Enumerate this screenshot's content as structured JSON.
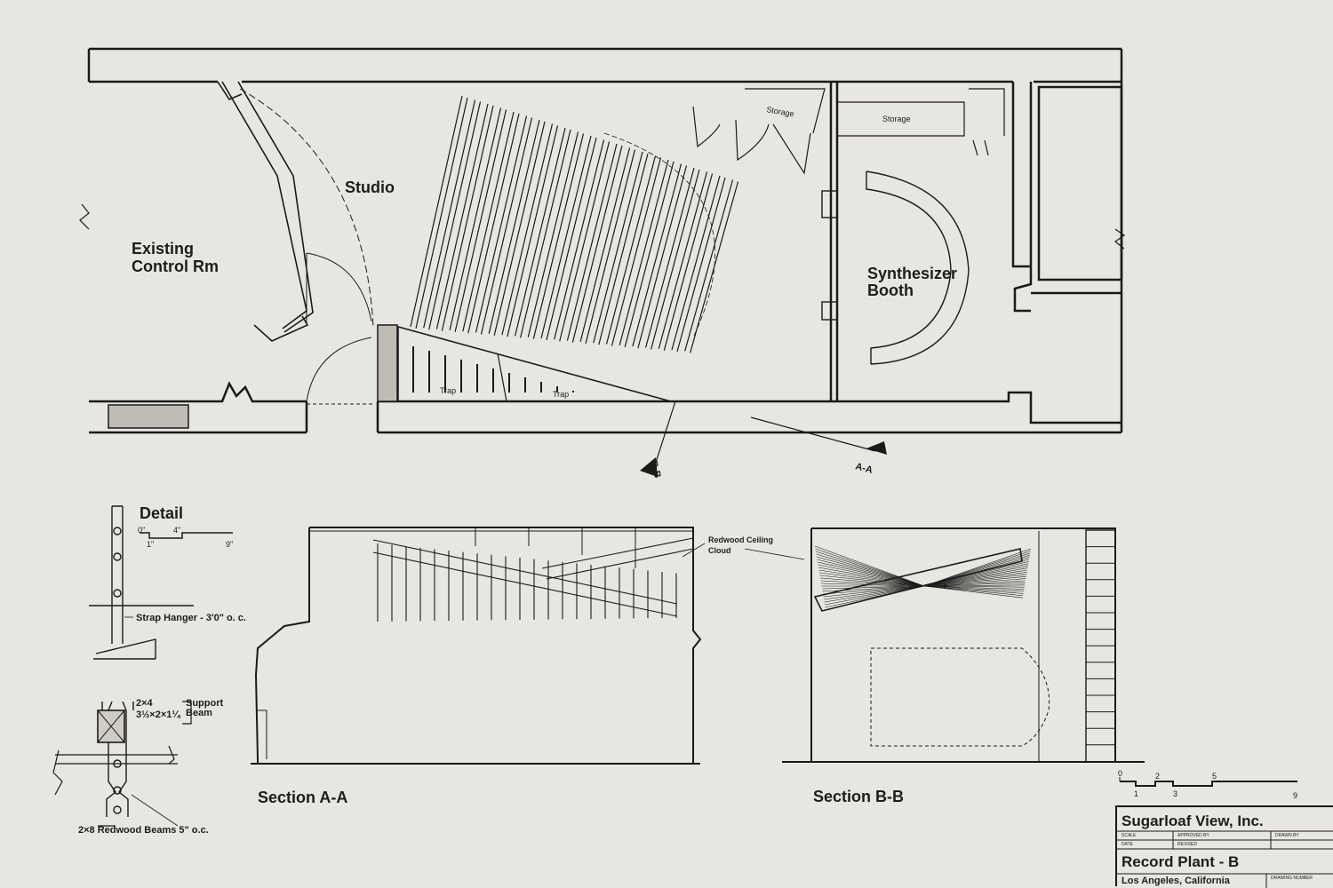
{
  "plan": {
    "existing_control_rm": [
      "Existing",
      "Control Rm"
    ],
    "studio": "Studio",
    "synth_booth": [
      "Synthesizer",
      "Booth"
    ],
    "storage_left": "Storage",
    "storage_right": "Storage",
    "trap_1": "Trap",
    "trap_2": "Trap",
    "cut_bb": "B-B",
    "cut_aa": "A-A"
  },
  "detail": {
    "title": "Detail",
    "scale": {
      "t0": "0\"",
      "t1": "1\"",
      "t4": "4\"",
      "t9": "9\""
    },
    "strap_hanger": "Strap Hanger - 3'0\" o. c.",
    "size_a": "2×4",
    "size_b": "3½×2×1¼",
    "support_beam": [
      "Support",
      "Beam"
    ],
    "redwood_beams": "2×8  Redwood Beams  5\" o.c."
  },
  "sections": {
    "aa_title": "Section A-A",
    "bb_title": "Section B-B",
    "cloud_label": [
      "Redwood  Ceiling",
      "Cloud"
    ]
  },
  "scale_bar": {
    "t0": "0",
    "t1": "1",
    "t2": "2",
    "t3": "3",
    "t5": "5",
    "t9": "9"
  },
  "title_block": {
    "company": "Sugarloaf View, Inc.",
    "scale_lbl": "SCALE",
    "approved_lbl": "APPROVED BY",
    "drawn_lbl": "DRAWN BY",
    "date_lbl": "DATE",
    "revised_lbl": "REVISED",
    "project": "Record Plant - B",
    "location": "Los Angeles, California",
    "drawing_no_lbl": "DRAWING NUMBER"
  }
}
